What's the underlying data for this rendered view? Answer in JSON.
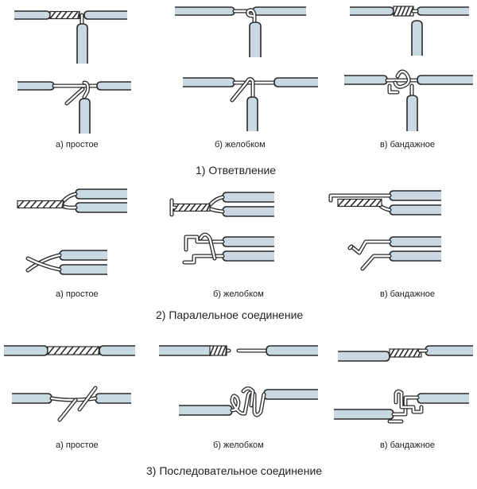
{
  "sections": [
    {
      "title": "1) Ответвление",
      "captions": [
        "а) простое",
        "б) желобком",
        "в) бандажное"
      ]
    },
    {
      "title": "2) Паралельное соединение",
      "captions": [
        "а) простое",
        "б) желобком",
        "в) бандажное"
      ]
    },
    {
      "title": "3) Последовательное соединение",
      "captions": [
        "а) простое",
        "б) желобком",
        "в) бандажное"
      ]
    }
  ],
  "colors": {
    "insulation": "#c9d9e2",
    "outline": "#2a2a2a",
    "wire": "#ffffff"
  }
}
